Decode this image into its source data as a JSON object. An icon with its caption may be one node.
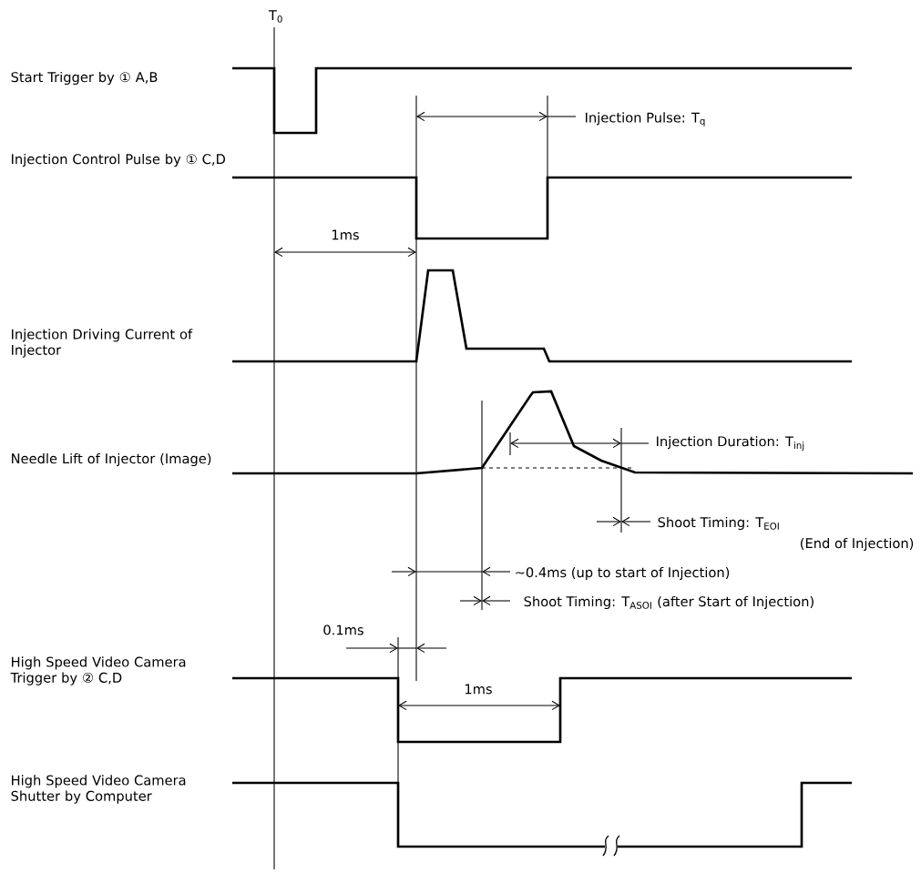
{
  "diagram": {
    "labels": [
      "T$_{0}$",
      "Start Trigger by ① A,B",
      "Injection Pulse: T$_{q}$",
      "Injection Control Pulse by ① C,D",
      "1ms",
      "Injection Driving Current of Injector",
      "Injection Duration: T$_{inj}$",
      "Needle Lift of Injector (Image)",
      "Shoot Timing: T$_{EOI}$",
      "(End of Injection)",
      "∼0.4ms (up to start of Injection)",
      "Shoot Timing: T$_{ASOI}$ (after Start of Injection)",
      "0.1ms",
      "High Speed Video Camera Trigger by ② C,D",
      "1ms",
      "High Speed Video Camera Shutter by Computer"
    ]
  }
}
